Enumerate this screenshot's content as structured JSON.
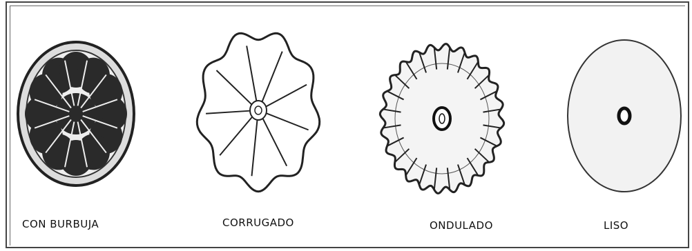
{
  "figure": {
    "items": [
      {
        "label": "CON BURBUJA",
        "icon": "bubble-plate-icon"
      },
      {
        "label": "CORRUGADO",
        "icon": "corrugated-plate-icon"
      },
      {
        "label": "ONDULADO",
        "icon": "wavy-plate-icon"
      },
      {
        "label": "LISO",
        "icon": "smooth-plate-icon"
      }
    ]
  }
}
